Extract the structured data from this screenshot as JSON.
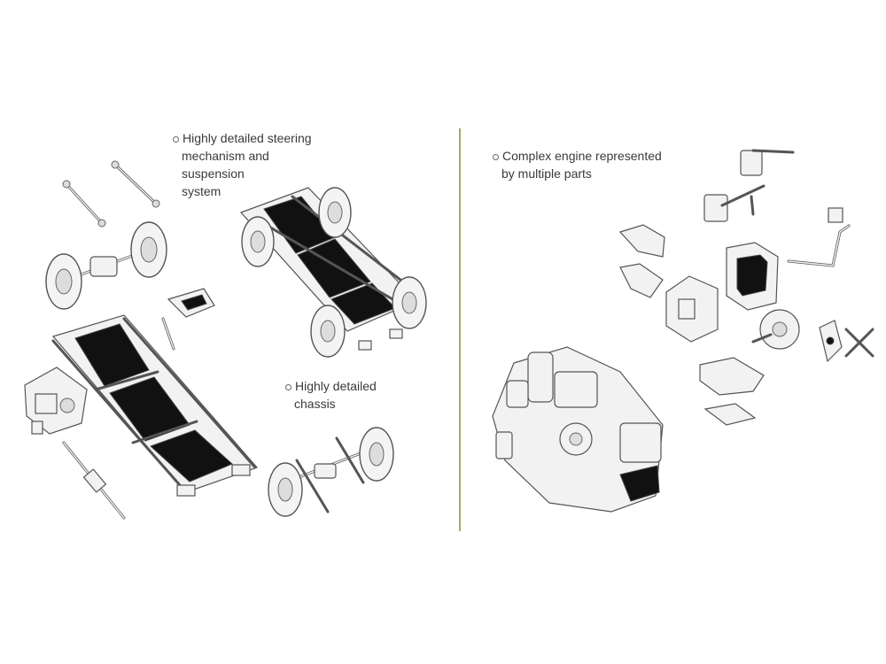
{
  "captions": {
    "steering": {
      "lines": [
        "Highly detailed steering",
        "mechanism and",
        "suspension",
        "system"
      ]
    },
    "chassis": {
      "lines": [
        "Highly detailed",
        "chassis"
      ]
    },
    "engine": {
      "lines": [
        "Complex engine represented",
        "by multiple parts"
      ]
    }
  },
  "colors": {
    "divider": "#a8a860",
    "part_fill": "#f2f2f2",
    "part_dark": "#111111",
    "outline": "#555555"
  }
}
